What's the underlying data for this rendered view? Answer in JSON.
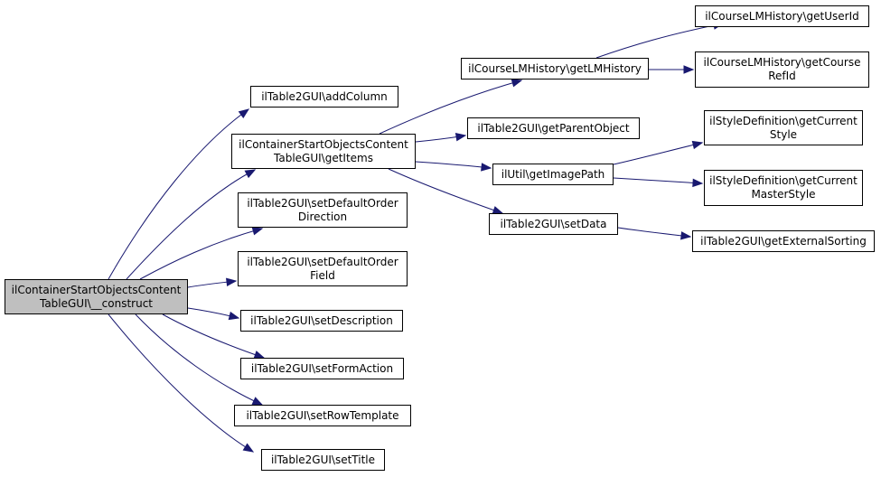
{
  "colors": {
    "edge": "#191970",
    "node_border": "#000000",
    "root_fill": "#bfbfbf",
    "node_fill": "#ffffff"
  },
  "nodes": {
    "root": {
      "line1": "ilContainerStartObjectsContent",
      "line2": "TableGUI\\__construct"
    },
    "add_column": {
      "line1": "ilTable2GUI\\addColumn"
    },
    "get_items": {
      "line1": "ilContainerStartObjectsContent",
      "line2": "TableGUI\\getItems"
    },
    "set_default_order_direction": {
      "line1": "ilTable2GUI\\setDefaultOrder",
      "line2": "Direction"
    },
    "set_default_order_field": {
      "line1": "ilTable2GUI\\setDefaultOrder",
      "line2": "Field"
    },
    "set_description": {
      "line1": "ilTable2GUI\\setDescription"
    },
    "set_form_action": {
      "line1": "ilTable2GUI\\setFormAction"
    },
    "set_row_template": {
      "line1": "ilTable2GUI\\setRowTemplate"
    },
    "set_title": {
      "line1": "ilTable2GUI\\setTitle"
    },
    "get_lm_history": {
      "line1": "ilCourseLMHistory\\getLMHistory"
    },
    "get_parent_object": {
      "line1": "ilTable2GUI\\getParentObject"
    },
    "get_image_path": {
      "line1": "ilUtil\\getImagePath"
    },
    "set_data": {
      "line1": "ilTable2GUI\\setData"
    },
    "get_user_id": {
      "line1": "ilCourseLMHistory\\getUserId"
    },
    "get_course_ref_id": {
      "line1": "ilCourseLMHistory\\getCourse",
      "line2": "RefId"
    },
    "get_current_style": {
      "line1": "ilStyleDefinition\\getCurrent",
      "line2": "Style"
    },
    "get_current_master_style": {
      "line1": "ilStyleDefinition\\getCurrent",
      "line2": "MasterStyle"
    },
    "get_external_sorting": {
      "line1": "ilTable2GUI\\getExternalSorting"
    }
  }
}
